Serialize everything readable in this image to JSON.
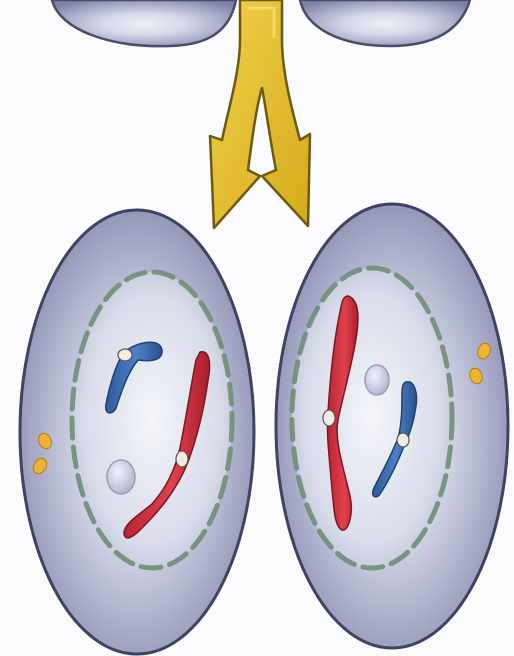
{
  "image": {
    "kind": "cell-division-illustration",
    "colors": {
      "background": "#fbfbfd",
      "cell_membrane": "#8f93b4",
      "cell_outline": "#4a4d68",
      "cytoplasm_light": "#d8dbea",
      "nuclear_envelope": "#6f8e78",
      "arrow_fill": "#e8c12a",
      "arrow_outline": "#6b5a12",
      "chromosome_red": "#d8323f",
      "chromosome_blue": "#3f6fb6",
      "centrosome": "#f2b233",
      "centromere": "#f2ede0",
      "nucleolus": "#c4c7da"
    },
    "parts": {
      "parent_cells": 2,
      "arrow": "split-arrow-down",
      "daughter_cells": 2,
      "chromosomes_per_daughter": [
        {
          "color": "blue",
          "shape": "short"
        },
        {
          "color": "red",
          "shape": "long"
        }
      ]
    }
  }
}
